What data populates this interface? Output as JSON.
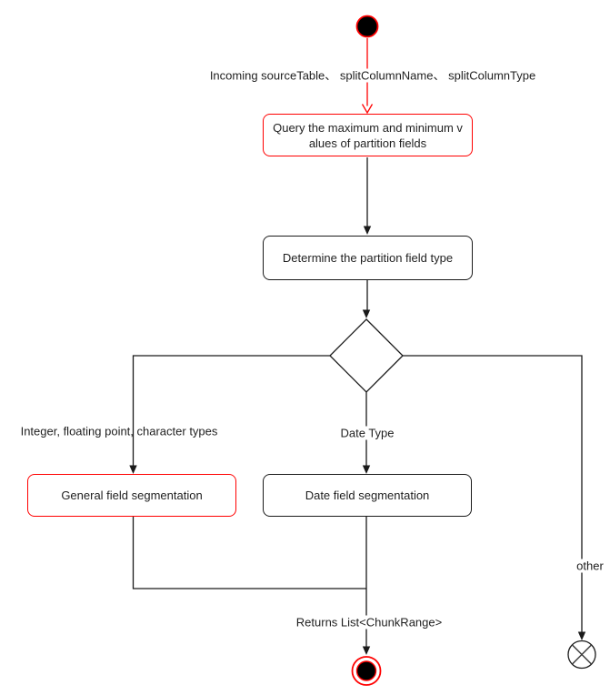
{
  "colors": {
    "accent_red": "#ff0000",
    "line_black": "#1a1a1a",
    "text": "#1f1f1f",
    "background": "#ffffff"
  },
  "edges": {
    "incoming_label": "Incoming sourceTable、 splitColumnName、 splitColumnType",
    "integer_branch_label": "Integer, floating point, character types",
    "date_branch_label": "Date Type",
    "other_branch_label": "other",
    "returns_label": "Returns List<ChunkRange>"
  },
  "nodes": {
    "query_minmax": "Query the maximum and minimum v\nalues of partition fields",
    "determine_type": "Determine the partition field type",
    "general_segmentation": "General field segmentation",
    "date_segmentation": "Date field segmentation",
    "start_icon": "initial-node-icon",
    "decision_icon": "decision-diamond-icon",
    "flow_final_icon": "crossed-circle-icon",
    "activity_final_icon": "bullseye-icon"
  }
}
